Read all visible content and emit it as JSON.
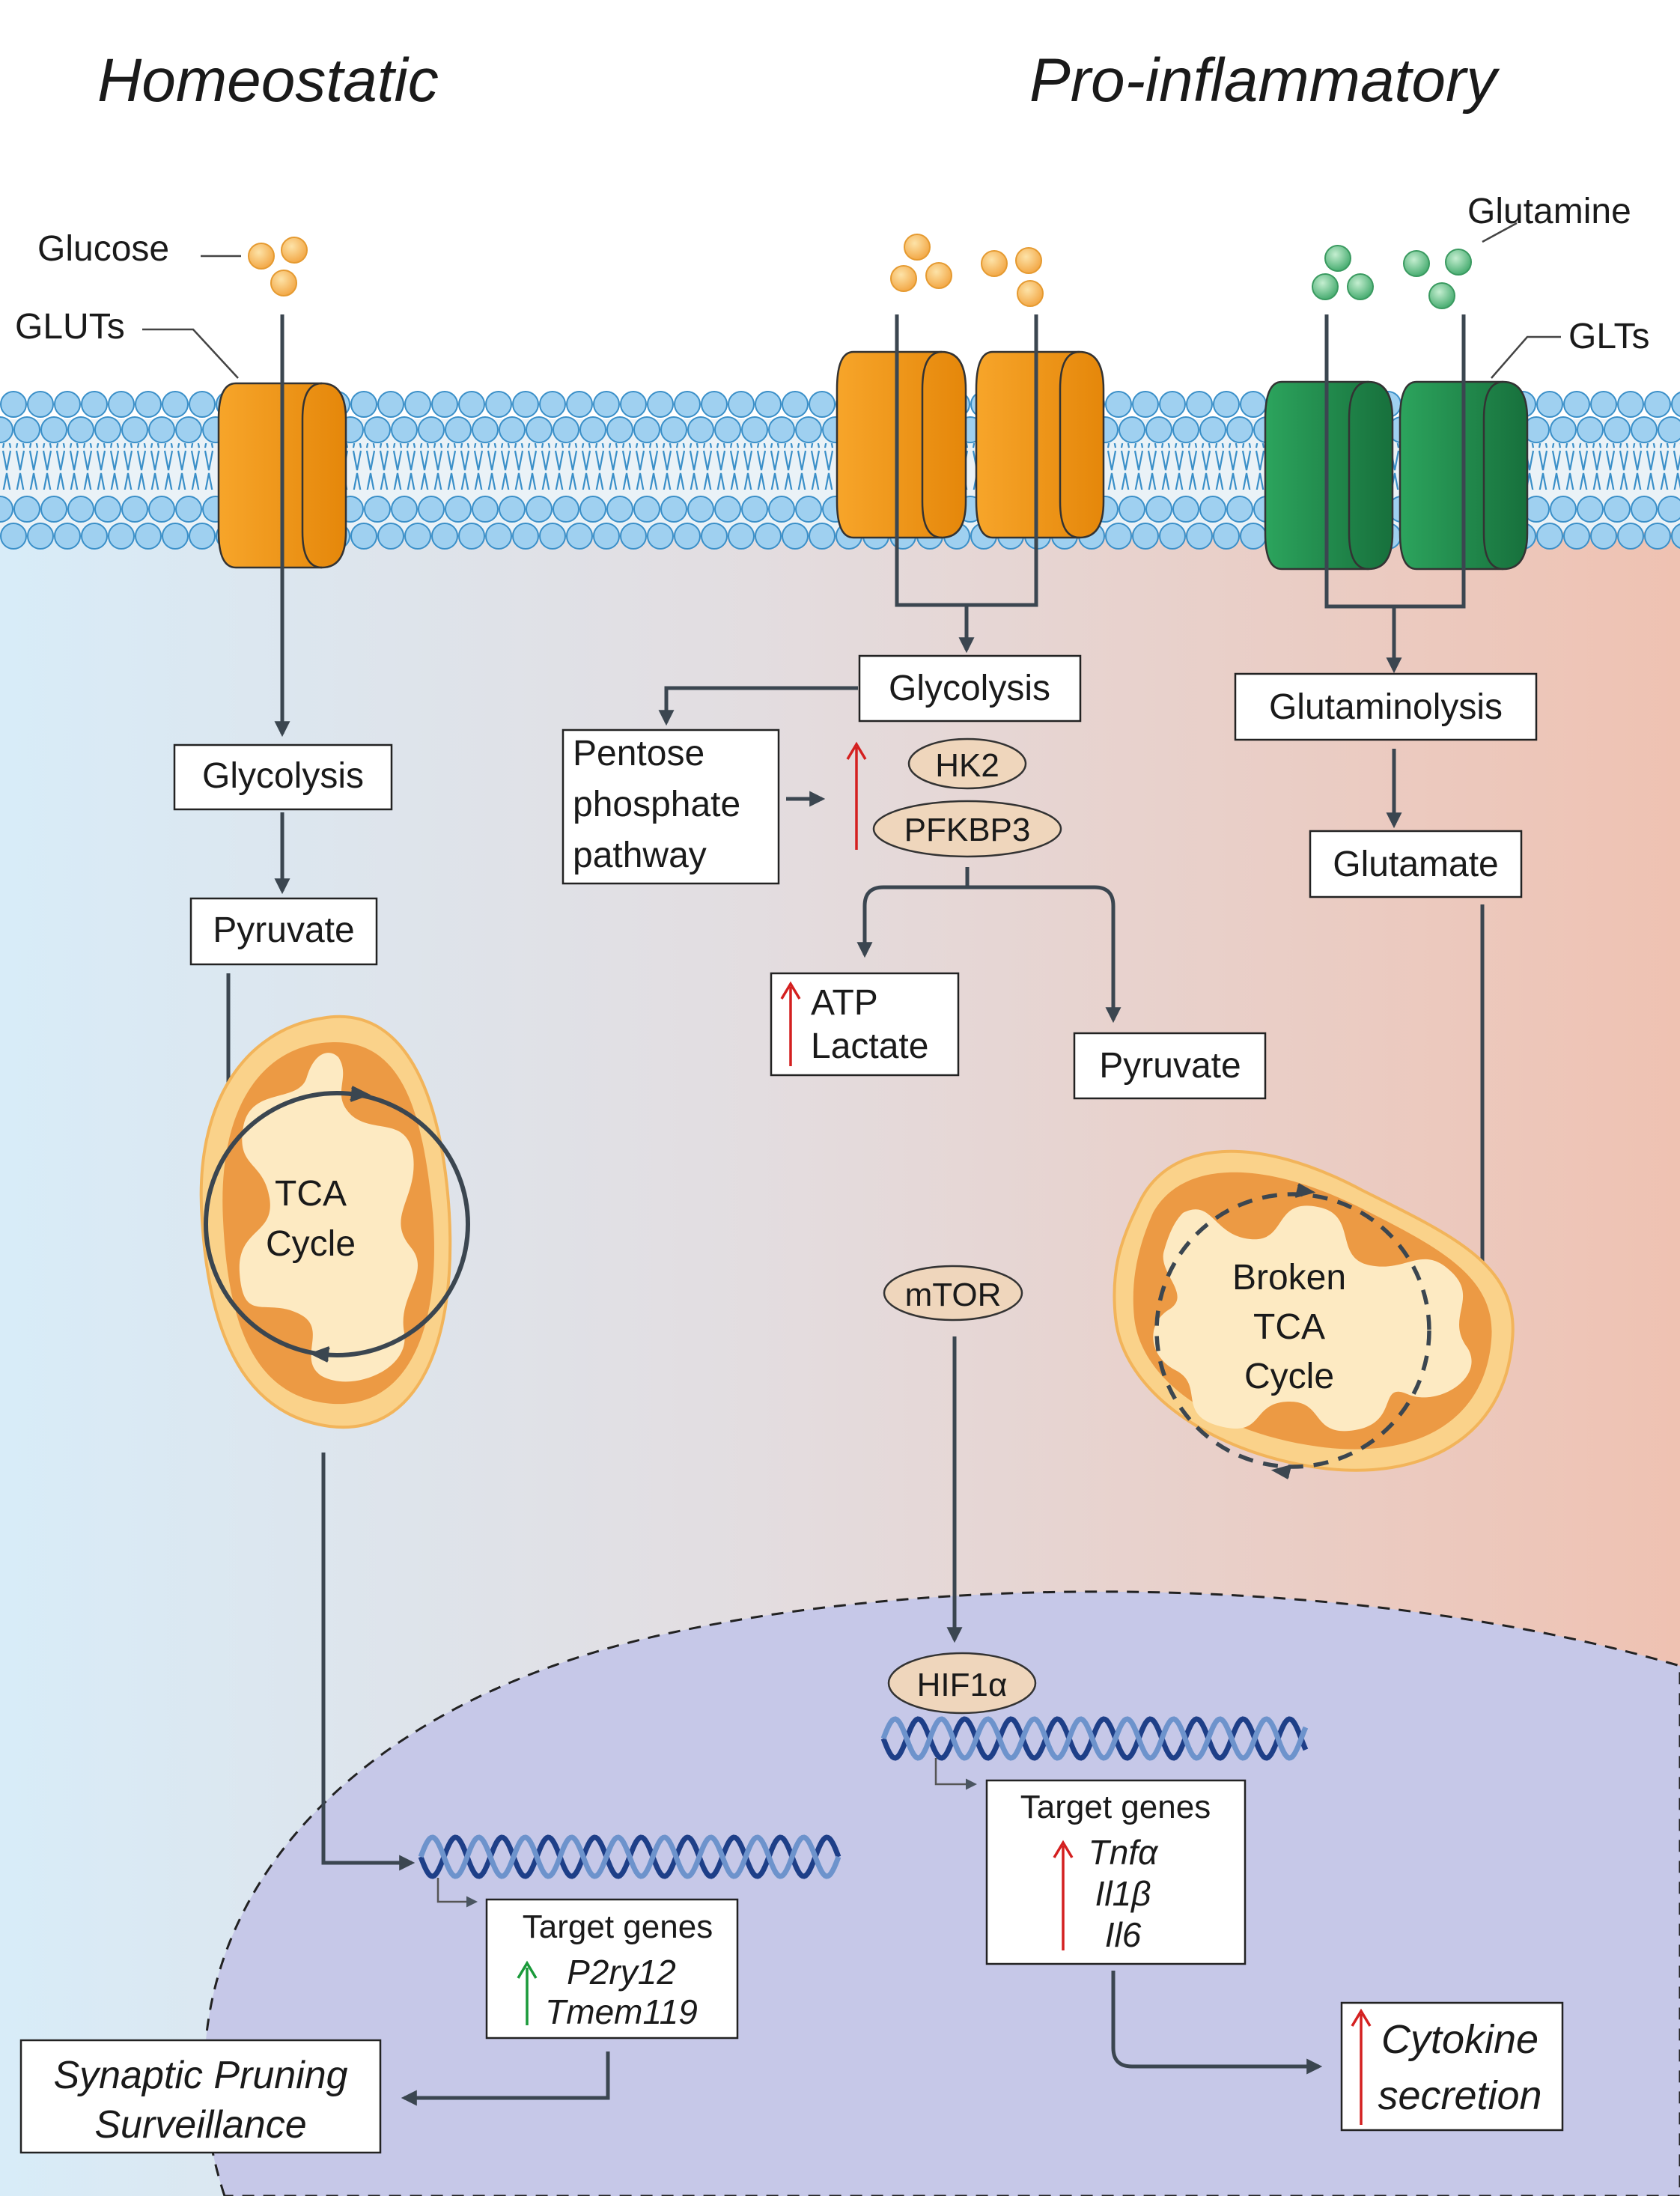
{
  "headings": {
    "left": "Homeostatic",
    "right": "Pro-inflammatory"
  },
  "labels": {
    "glucose": "Glucose",
    "gluts": "GLUTs",
    "glutamine": "Glutamine",
    "glts": "GLTs"
  },
  "homeostatic": {
    "glycolysis": "Glycolysis",
    "pyruvate": "Pyruvate",
    "tca_line1": "TCA",
    "tca_line2": "Cycle",
    "target_genes_title": "Target genes",
    "gene1": "P2ry12",
    "gene2": "Tmem119",
    "outcome_line1": "Synaptic Pruning",
    "outcome_line2": "Surveillance"
  },
  "proinflammatory": {
    "glycolysis": "Glycolysis",
    "ppp_line1": "Pentose",
    "ppp_line2": "phosphate",
    "ppp_line3": "pathway",
    "hk2": "HK2",
    "pfkbp3": "PFKBP3",
    "atp": "ATP",
    "lactate": "Lactate",
    "pyruvate": "Pyruvate",
    "glutaminolysis": "Glutaminolysis",
    "glutamate": "Glutamate",
    "broken_line1": "Broken",
    "broken_line2": "TCA",
    "broken_line3": "Cycle",
    "mtor": "mTOR",
    "hif1a": "HIF1α",
    "target_genes_title": "Target genes",
    "gene1": "Tnfα",
    "gene2": "Il1β",
    "gene3": "Il6",
    "outcome_line1": "Cytokine",
    "outcome_line2": "secretion"
  },
  "colors": {
    "transporter_glucose": "#f0960c",
    "transporter_glutamine": "#1f8a4c",
    "membrane_head": "#9fd0f0",
    "glucose_molecule": "#f7b24a",
    "glutamine_molecule": "#5fbf80",
    "mitochondria_outer": "#fad28a",
    "mitochondria_inner": "#ec9a44",
    "nucleus": "#c6c8e8",
    "arrow": "#3b4650",
    "up_red": "#d42020",
    "up_green": "#1a9a3a",
    "enzyme_fill": "#efd6bc"
  }
}
